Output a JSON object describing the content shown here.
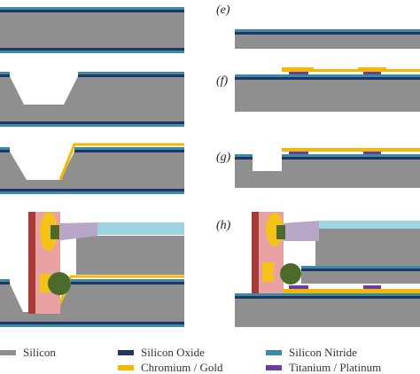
{
  "steps": {
    "e": "(e)",
    "f": "(f)",
    "g": "(g)",
    "h": "(h)"
  },
  "colors": {
    "silicon": "#8f8f8f",
    "silicon_oxide": "#1f3564",
    "silicon_nitride": "#3a8aa8",
    "chromium_gold": "#f5b800",
    "titanium_platinum": "#6a3ea0",
    "electrode_dark": "#a53a36",
    "electrode_pink": "#e8a2a2",
    "droplet": "#f5c21a",
    "ball": "#4b6a2c",
    "channel": "#9fd4e2",
    "taper": "#b8a6c6"
  },
  "legend": [
    {
      "label": "Silicon",
      "color_key": "silicon"
    },
    {
      "label": "Silicon Oxide",
      "color_key": "silicon_oxide"
    },
    {
      "label": "Silicon Nitride",
      "color_key": "silicon_nitride"
    },
    {
      "label": "Chromium / Gold",
      "color_key": "chromium_gold"
    },
    {
      "label": "Titanium / Platinum",
      "color_key": "titanium_platinum"
    }
  ]
}
